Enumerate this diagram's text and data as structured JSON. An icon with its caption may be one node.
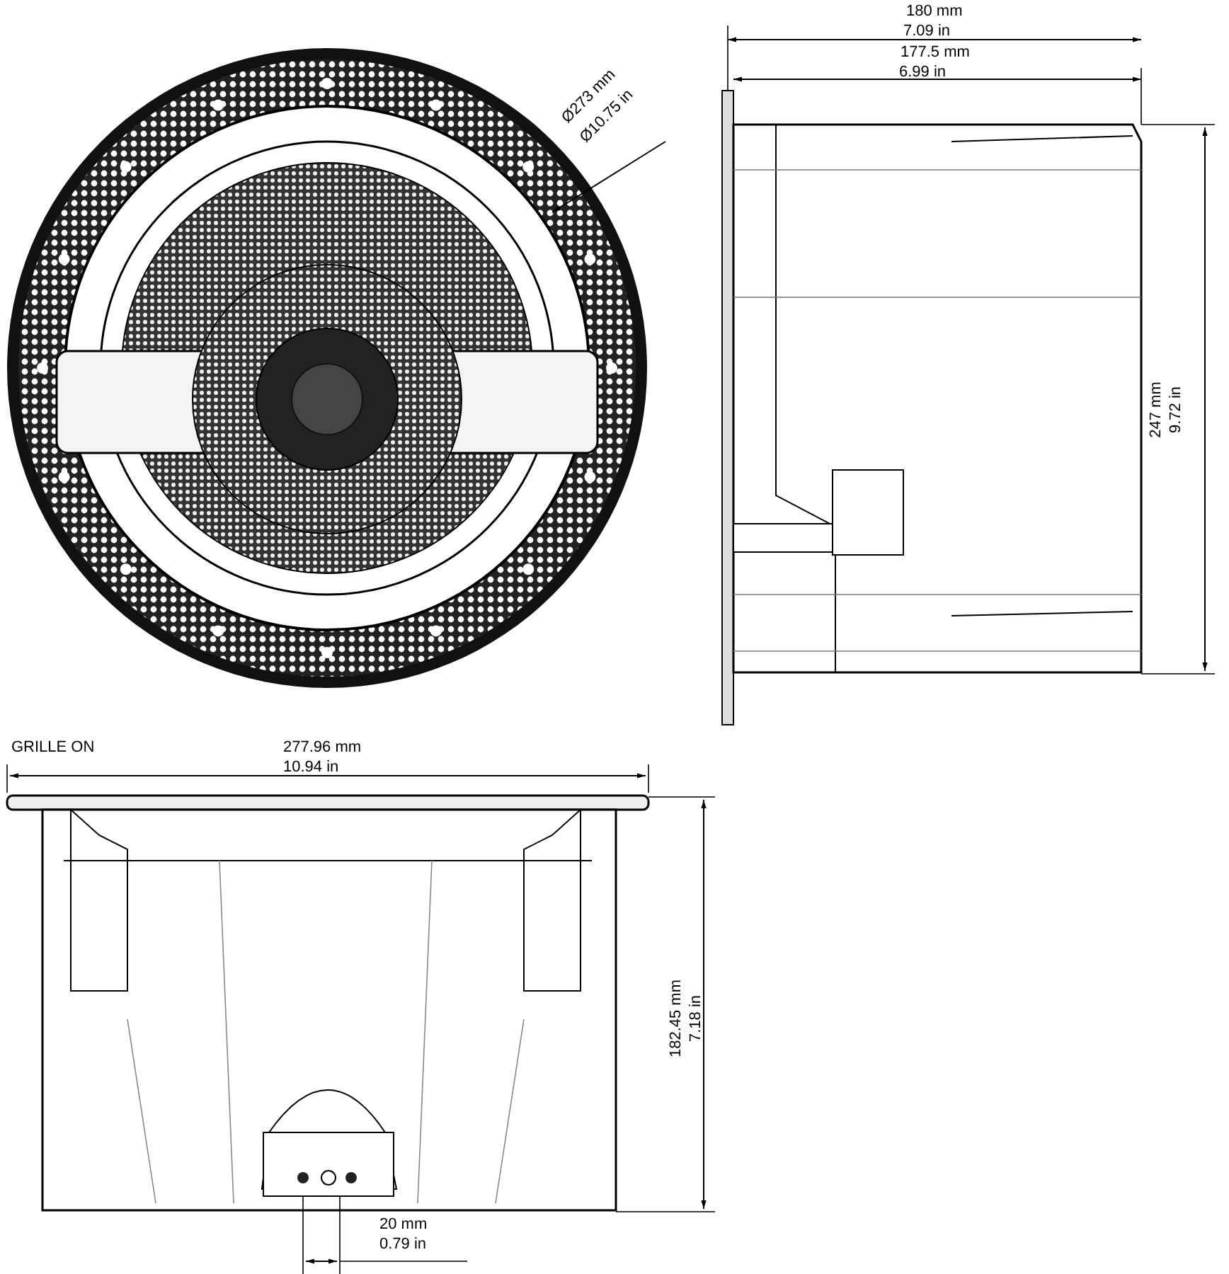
{
  "diagram": {
    "labels": [
      "Ø273 mm",
      "Ø10.75 in",
      "180 mm",
      "7.09 in",
      "177.5 mm",
      "6.99 in",
      "247 mm",
      "9.72 in",
      "GRILLE ON",
      "277.96 mm",
      "10.94 in",
      "182.45 mm",
      "7.18 in",
      "20 mm",
      "0.79 in"
    ]
  }
}
